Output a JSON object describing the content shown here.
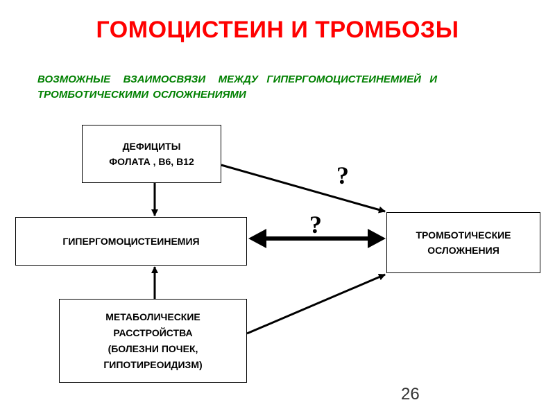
{
  "title": "ГОМОЦИСТЕИН И ТРОМБОЗЫ",
  "subtitle": {
    "line1": "ВОЗМОЖНЫЕ   ВЗАИМОСВЯЗИ   МЕЖДУ  ГИПЕРГОМОЦИСТЕИНЕМИЕЙ  И",
    "line2": "ТРОМБОТИЧЕСКИМИ ОСЛОЖНЕНИЯМИ"
  },
  "boxes": {
    "deficits": [
      "ДЕФИЦИТЫ",
      "ФОЛАТА , В6, В12"
    ],
    "hyperhomocysteinemia": [
      "ГИПЕРГОМОЦИСТЕИНЕМИЯ"
    ],
    "thrombotic": [
      "ТРОМБОТИЧЕСКИЕ",
      "ОСЛОЖНЕНИЯ"
    ],
    "metabolic": [
      "МЕТАБОЛИЧЕСКИЕ",
      "РАССТРОЙСТВА",
      "(БОЛЕЗНИ ПОЧЕК,",
      "ГИПОТИРЕОИДИЗМ)"
    ]
  },
  "question_marks": [
    "?",
    "?"
  ],
  "page_number": "26",
  "colors": {
    "title": "#ff0000",
    "subtitle": "#008000",
    "line": "#000000"
  }
}
